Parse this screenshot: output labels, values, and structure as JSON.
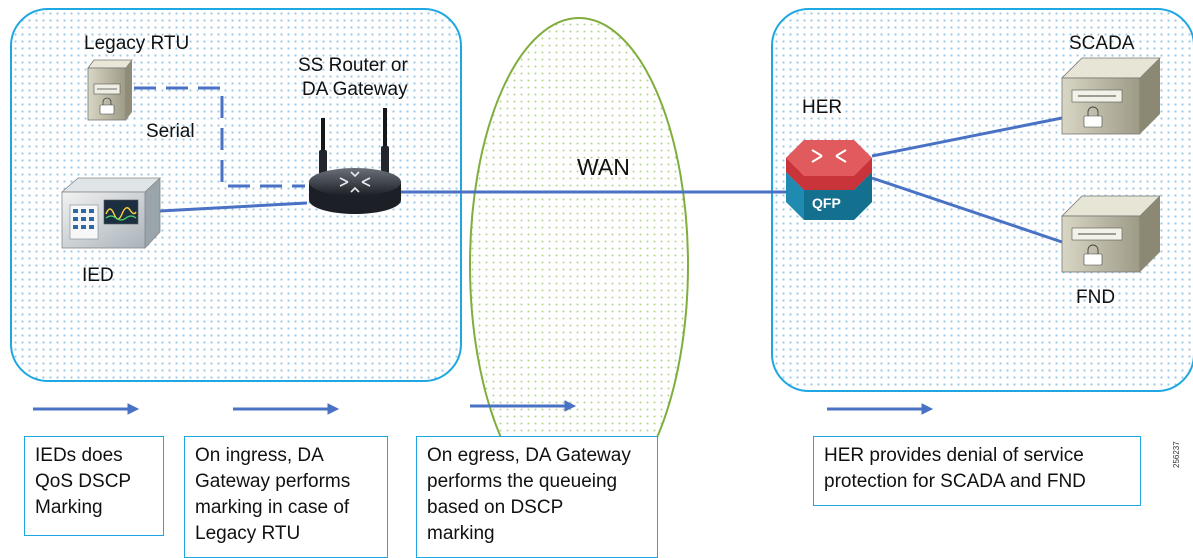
{
  "labels": {
    "legacy_rtu": "Legacy RTU",
    "ss_router_line1": "SS Router or",
    "ss_router_line2": "DA Gateway",
    "serial": "Serial",
    "ied": "IED",
    "wan": "WAN",
    "her": "HER",
    "qfp": "QFP",
    "scada": "SCADA",
    "fnd": "FND"
  },
  "notes": [
    {
      "lines": [
        "IEDs does",
        "QoS DSCP",
        "Marking"
      ]
    },
    {
      "lines": [
        "On ingress, DA",
        "Gateway performs",
        "marking in case of",
        "Legacy RTU"
      ]
    },
    {
      "lines": [
        "On egress, DA Gateway",
        "performs the queueing",
        "based on DSCP",
        "marking"
      ]
    },
    {
      "lines": [
        "HER provides denial of service",
        "protection for SCADA and FND"
      ]
    }
  ],
  "figure_id": "256237",
  "colors": {
    "zone_border": "#1ea7e1",
    "link": "#4a72c4",
    "wan_border": "#7fae3e",
    "router_red": "#c8343a",
    "router_teal": "#1f8bb0"
  },
  "icons": [
    "server-icon",
    "ied-device-icon",
    "wireless-router-icon",
    "qfp-router-icon"
  ]
}
